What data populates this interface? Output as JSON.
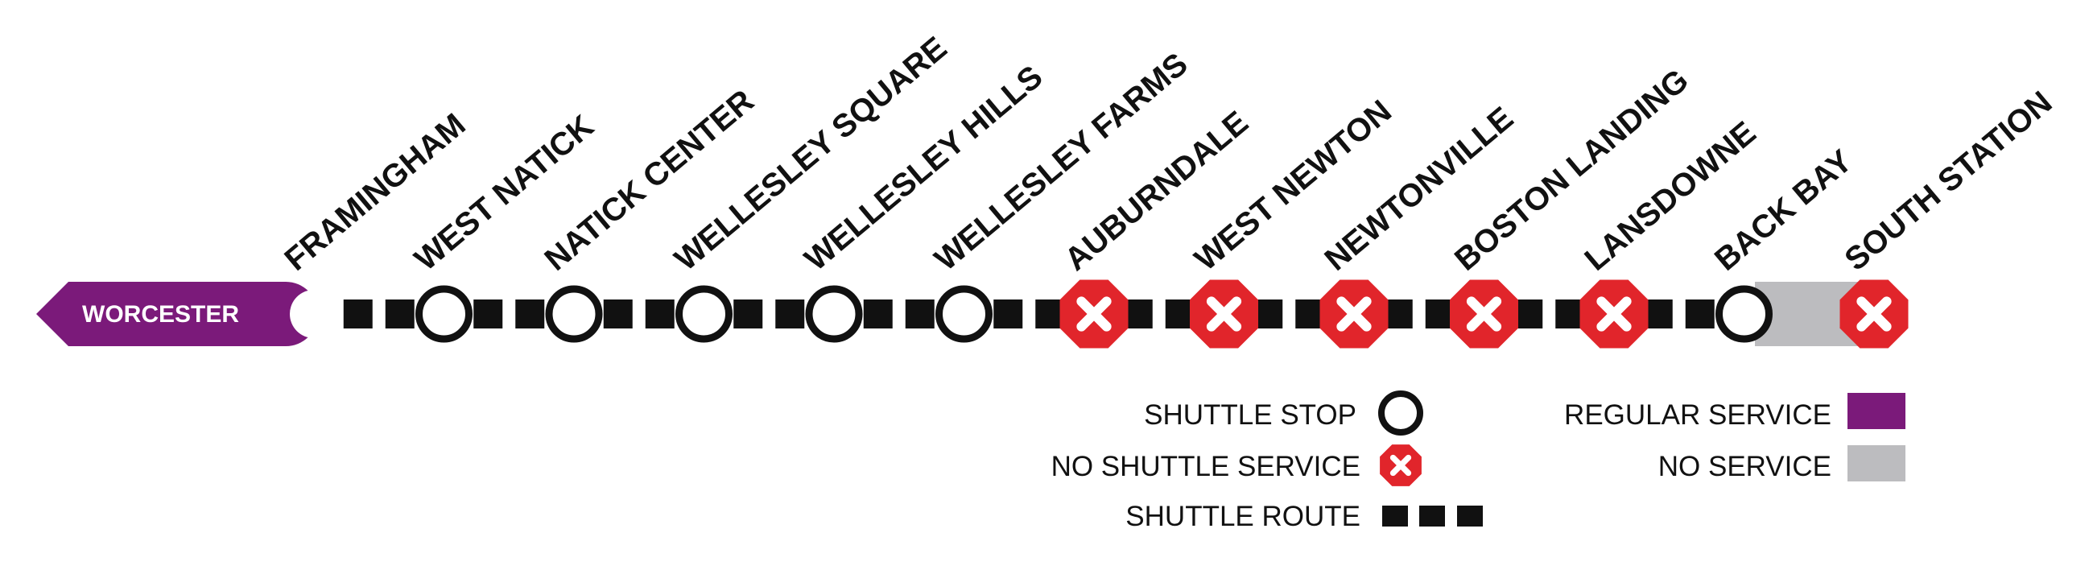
{
  "colors": {
    "regular_service": "#7b1a7a",
    "no_service": "#bcbcbf",
    "closed": "#e1252b",
    "route": "#111111",
    "stop_fill": "#ffffff"
  },
  "terminus": {
    "label": "WORCESTER",
    "icon": "arrow-left-tab"
  },
  "stations": [
    {
      "name": "FRAMINGHAM",
      "status": "regular"
    },
    {
      "name": "WEST NATICK",
      "status": "shuttle-stop"
    },
    {
      "name": "NATICK CENTER",
      "status": "shuttle-stop"
    },
    {
      "name": "WELLESLEY SQUARE",
      "status": "shuttle-stop"
    },
    {
      "name": "WELLESLEY HILLS",
      "status": "shuttle-stop"
    },
    {
      "name": "WELLESLEY FARMS",
      "status": "shuttle-stop"
    },
    {
      "name": "AUBURNDALE",
      "status": "no-shuttle"
    },
    {
      "name": "WEST NEWTON",
      "status": "no-shuttle"
    },
    {
      "name": "NEWTONVILLE",
      "status": "no-shuttle"
    },
    {
      "name": "BOSTON LANDING",
      "status": "no-shuttle"
    },
    {
      "name": "LANSDOWNE",
      "status": "no-shuttle"
    },
    {
      "name": "BACK BAY",
      "status": "shuttle-stop"
    },
    {
      "name": "SOUTH STATION",
      "status": "no-shuttle"
    }
  ],
  "legend": {
    "shuttle_stop": "SHUTTLE STOP",
    "no_shuttle_service": "NO SHUTTLE SERVICE",
    "shuttle_route": "SHUTTLE ROUTE",
    "regular_service": "REGULAR SERVICE",
    "no_service": "NO SERVICE"
  }
}
